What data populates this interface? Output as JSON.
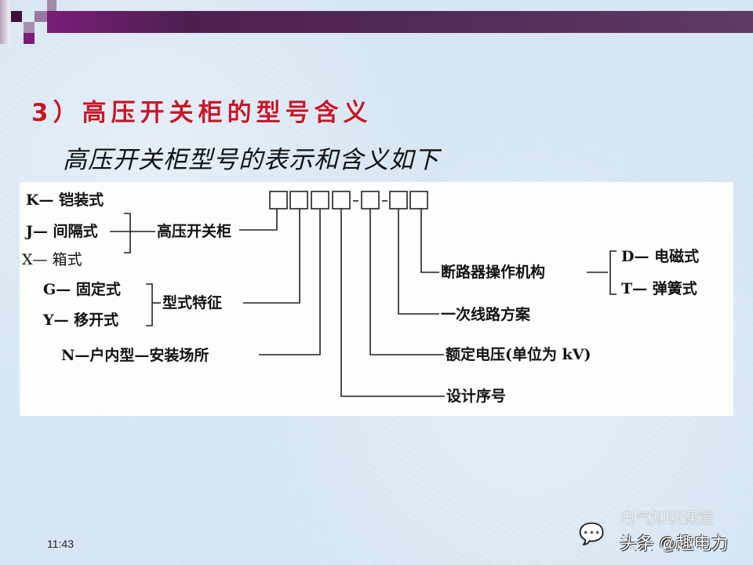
{
  "slide": {
    "title": "3）高压开关柜的型号含义",
    "subtitle": "高压开关柜型号的表示和含义如下",
    "time": "11:43",
    "colors": {
      "title": "#c8162a",
      "background": "#d5e5f3",
      "accent_bar": "#5e3a64"
    }
  },
  "diagram": {
    "code_pattern": "□□□□-□-□□",
    "left": {
      "k": "K— 铠装式",
      "j": "J— 间隔式",
      "x": "X— 箱式",
      "cabinet": "高压开关柜",
      "g": "G— 固定式",
      "y": "Y— 移开式",
      "type_feature": "型式特征",
      "n": "N—户内型—安装场所"
    },
    "right": {
      "operating": "断路器操作机构",
      "d": "D— 电磁式",
      "t": "T— 弹簧式",
      "primary": "一次线路方案",
      "voltage": "额定电压(单位为 kV)",
      "serial": "设计序号"
    }
  },
  "watermark": {
    "icon": "wechat-icon",
    "line1": "电气知识课堂",
    "line2": "头条 @趣电力"
  }
}
